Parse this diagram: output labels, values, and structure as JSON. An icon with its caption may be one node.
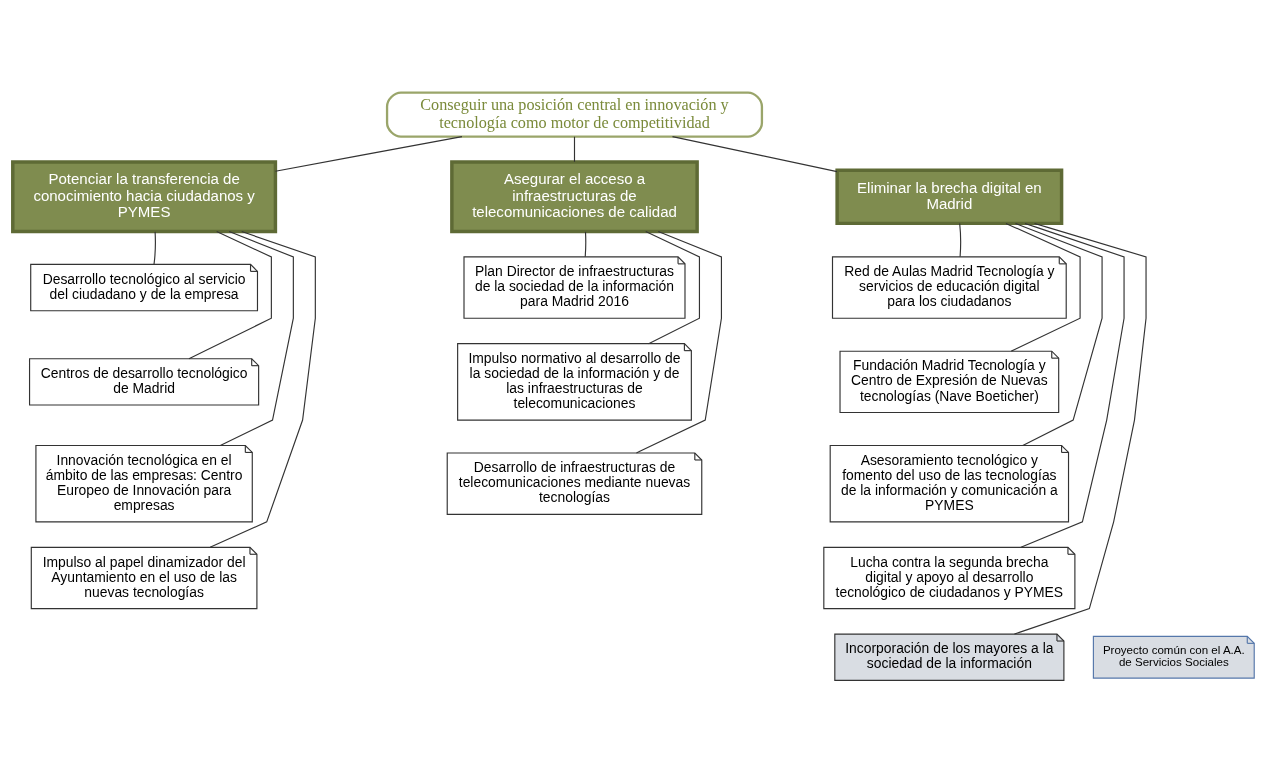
{
  "diagram": {
    "nodes": [
      {
        "text": [
          "Conseguir una posición central en innovación y tecnología como motor de competitividad"
        ]
      },
      {
        "text": [
          "Potenciar la transferencia de conocimiento hacia ciudadanos y PYMES"
        ]
      },
      {
        "text": [
          "Desarrollo tecnológico al servicio del ciudadano y de la empresa"
        ]
      },
      {
        "text": [
          "Centros de desarrollo tecnológico de Madrid"
        ]
      },
      {
        "text": [
          "Innovación tecnológica en el ámbito de las empresas: Centro Europeo de Innovación para empresas"
        ]
      },
      {
        "text": [
          "Impulso al papel dinamizador del Ayuntamiento en el uso de las nuevas tecnologías"
        ]
      },
      {
        "text": [
          "Asegurar el acceso a infraestructuras de telecomunicaciones de calidad"
        ]
      },
      {
        "text": [
          "Plan Director de infraestructuras de la sociedad de la información para Madrid 2016"
        ]
      },
      {
        "text": [
          "Impulso normativo al desarrollo de la sociedad de la información y de las infraestructuras de telecomunicaciones"
        ]
      },
      {
        "text": [
          "Desarrollo de infraestructuras de telecomunicaciones mediante nuevas tecnologías"
        ]
      },
      {
        "text": [
          "Eliminar la brecha digital en Madrid"
        ]
      },
      {
        "text": [
          "Red de Aulas Madrid Tecnología y servicios de educación digital para los ciudadanos"
        ]
      },
      {
        "text": [
          "Fundación Madrid Tecnología y Centro de Expresión de Nuevas tecnologías (Nave Boeticher)"
        ]
      },
      {
        "text": [
          "Asesoramiento tecnológico y fomento del uso de las tecnologías de la información y comunicación a PYMES"
        ]
      },
      {
        "text": [
          "Lucha contra la segunda brecha digital y apoyo al desarrollo tecnológico de ciudadanos y PYMES"
        ]
      },
      {
        "text": [
          "Incorporación de los mayores a la sociedad de la información"
        ]
      },
      {
        "text": [
          "Proyecto común con el A.A. de Servicios Sociales"
        ]
      }
    ],
    "edges": [
      {
        "from": 0,
        "to": 1,
        "arrow": "none"
      },
      {
        "from": 0,
        "to": 6,
        "arrow": "none"
      },
      {
        "from": 0,
        "to": 10,
        "arrow": "none"
      },
      {
        "from": 1,
        "to": 2,
        "arrow": "none"
      },
      {
        "from": 1,
        "to": 3,
        "arrow": "none"
      },
      {
        "from": 1,
        "to": 4,
        "arrow": "none"
      },
      {
        "from": 1,
        "to": 5,
        "arrow": "none"
      },
      {
        "from": 6,
        "to": 7,
        "arrow": "none"
      },
      {
        "from": 6,
        "to": 8,
        "arrow": "none"
      },
      {
        "from": 6,
        "to": 9,
        "arrow": "none"
      },
      {
        "from": 10,
        "to": 11,
        "arrow": "none"
      },
      {
        "from": 10,
        "to": 12,
        "arrow": "none"
      },
      {
        "from": 10,
        "to": 13,
        "arrow": "none"
      },
      {
        "from": 10,
        "to": 14,
        "arrow": "none"
      },
      {
        "from": 10,
        "to": 15,
        "arrow": "none"
      }
    ]
  }
}
